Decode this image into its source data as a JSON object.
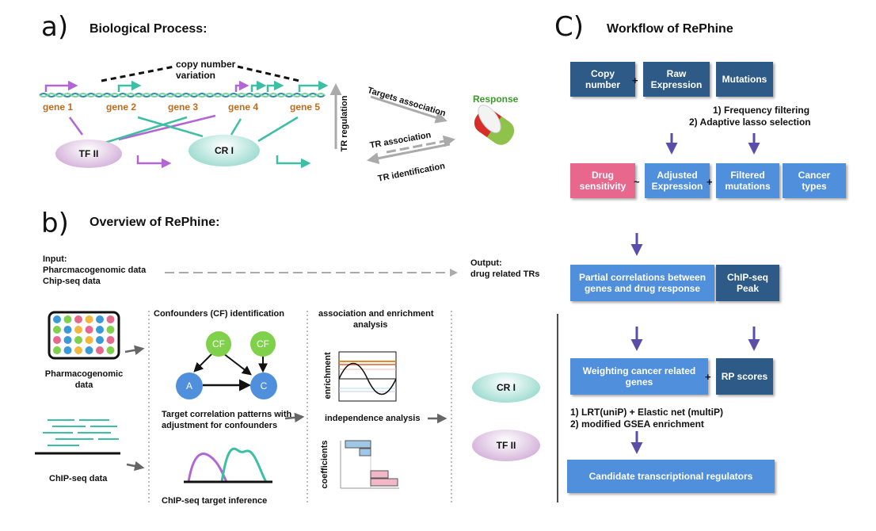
{
  "panel_a": {
    "letter": "a)",
    "title": "Biological Process:",
    "cnv_label_1": "copy number",
    "cnv_label_2": "variation",
    "genes": [
      "gene 1",
      "gene 2",
      "gene 3",
      "gene 4",
      "gene 5"
    ],
    "tf": "TF II",
    "cr": "CR I",
    "tr_regulation": "TR regulation",
    "targets_association": "Targets association",
    "tr_association": "TR association",
    "tr_identification": "TR identification",
    "response": "Response"
  },
  "panel_b": {
    "letter": "b)",
    "title": "Overview of RePhine:",
    "input_1": "Input:",
    "input_2": "Pharcmacogenomic data",
    "input_3": "Chip-seq data",
    "output_1": "Output:",
    "output_2": "drug related TRs",
    "pharm_1": "Pharmacogenomic",
    "pharm_2": "data",
    "chip_data": "ChIP-seq data",
    "confounders": "Confounders (CF) identification",
    "node_cf": "CF",
    "node_a": "A",
    "node_c": "C",
    "target_corr_1": "Target correlation patterns with",
    "target_corr_2": "adjustment for confounders",
    "chip_target": "ChIP-seq target inference",
    "assoc_1": "association and enrichment",
    "assoc_2": "analysis",
    "enrichment": "enrichment",
    "independence": "independence analysis",
    "coefficients": "coefficients",
    "cr": "CR I",
    "tf": "TF II"
  },
  "panel_c": {
    "letter": "C)",
    "title": "Workflow of RePhine",
    "copy_number": "Copy number",
    "raw_expression": "Raw Expression",
    "mutations": "Mutations",
    "plus": "+",
    "filter_1": "1) Frequency filtering",
    "filter_2": "2) Adaptive lasso selection",
    "drug_sensitivity": "Drug sensitivity",
    "tilde": "~",
    "adjusted_expression": "Adjusted Expression",
    "filtered_mutations": "Filtered mutations",
    "cancer_types": "Cancer types",
    "partial_corr": "Partial correlations between genes and drug response",
    "chip_peak": "ChIP-seq Peak",
    "weighting": "Weighting cancer related genes",
    "rp_scores": "RP scores",
    "method_1": "1) LRT(uniP) + Elastic net (multiP)",
    "method_2": "2) modified GSEA enrichment",
    "candidate": "Candidate transcriptional regulators"
  },
  "colors": {
    "dark_box": "#2e5a88",
    "light_box": "#4f8fdb",
    "pink_box": "#e8678c",
    "arrow": "#5a4fa8",
    "teal": "#3dbfa6",
    "purple": "#b266d6",
    "gene": "#c26a1a",
    "response": "#3a9a2a"
  }
}
